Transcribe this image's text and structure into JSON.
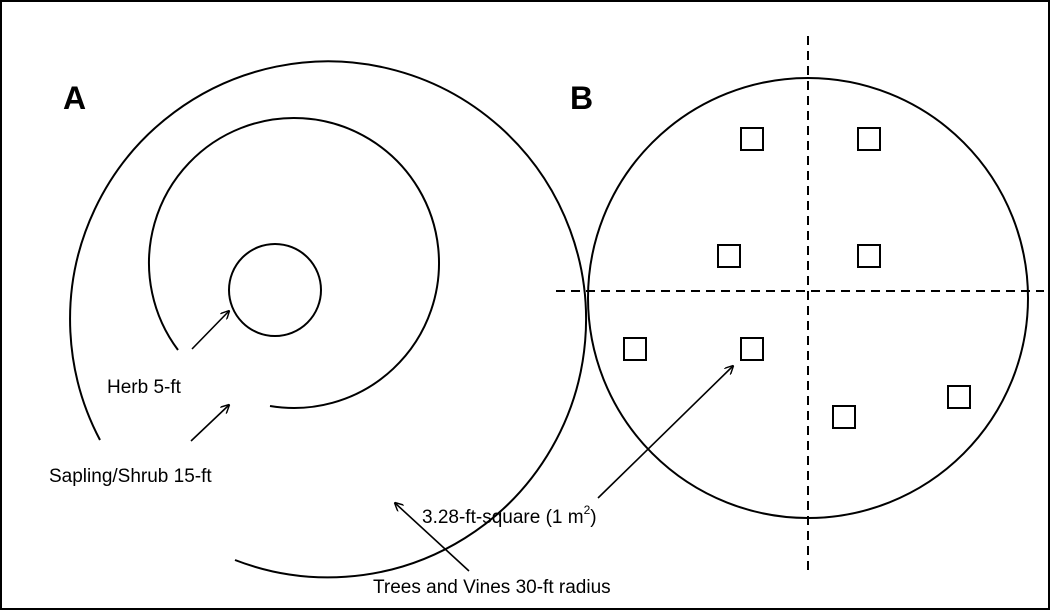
{
  "panels": {
    "a": {
      "letter": "A",
      "labels": {
        "herb": "Herb 5-ft",
        "sapling": "Sapling/Shrub 15-ft",
        "trees": "Trees and Vines 30-ft radius"
      }
    },
    "b": {
      "letter": "B",
      "quadrat_label": {
        "main": "3.28-ft-square (1 m",
        "exponent": "2",
        "close": ")"
      }
    }
  },
  "colors": {
    "stroke": "#000000",
    "background": "#ffffff"
  }
}
